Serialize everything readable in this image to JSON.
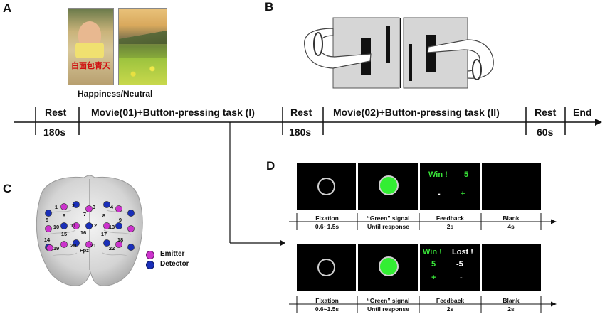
{
  "panels": {
    "a": "A",
    "b": "B",
    "c": "C",
    "d": "D"
  },
  "panel_a": {
    "stimulus_caption": "Happiness/Neutral",
    "poster_title_chars": "白面包青天"
  },
  "timeline": {
    "rest1": "Rest",
    "rest1_duration": "180s",
    "movie1": "Movie(01)+Button-pressing task (I)",
    "rest2": "Rest",
    "rest2_duration": "180s",
    "movie2": "Movie(02)+Button-pressing task (II)",
    "rest3": "Rest",
    "rest3_duration": "60s",
    "end": "End"
  },
  "panel_c": {
    "channels": [
      "1",
      "2",
      "3",
      "4",
      "5",
      "6",
      "7",
      "8",
      "9",
      "10",
      "11",
      "12",
      "13",
      "14",
      "15",
      "16",
      "17",
      "18",
      "19",
      "20",
      "21",
      "22"
    ],
    "fpz_label": "Fpz",
    "legend": {
      "emitter": "Emitter",
      "detector": "Detector"
    },
    "colors": {
      "emitter": "#cc33cc",
      "detector": "#1a2fb8"
    }
  },
  "panel_d": {
    "trial1": {
      "labels": [
        {
          "name": "Fixation",
          "time": "0.6~1.5s"
        },
        {
          "name": "“Green” signal",
          "time": "Until response"
        },
        {
          "name": "Feedback",
          "time": "2s"
        },
        {
          "name": "Blank",
          "time": "4s"
        }
      ],
      "feedback": {
        "win": "Win !",
        "score": "5",
        "minus": "-",
        "plus": "+"
      }
    },
    "trial2": {
      "labels": [
        {
          "name": "Fixation",
          "time": "0.6~1.5s"
        },
        {
          "name": "“Green” signal",
          "time": "Until response"
        },
        {
          "name": "Feedback",
          "time": "2s"
        },
        {
          "name": "Blank",
          "time": "2s"
        }
      ],
      "feedback": {
        "win": "Win !",
        "lost": "Lost !",
        "win_score": "5",
        "lost_score": "-5",
        "win_sign": "+",
        "lost_sign": "-"
      }
    },
    "colors": {
      "signal": "#33ee33",
      "text_green": "#39e639",
      "screen": "#000000"
    }
  }
}
